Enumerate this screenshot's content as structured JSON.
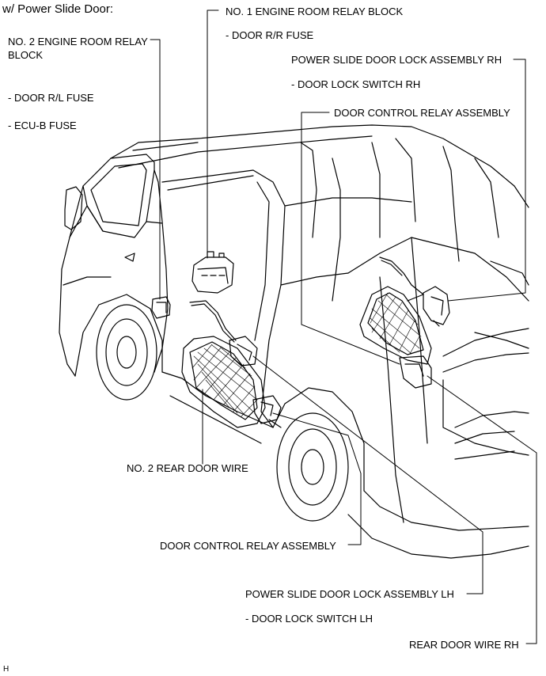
{
  "title": "w/ Power Slide Door:",
  "labels": {
    "no1_engine_room_relay_block": "NO. 1 ENGINE ROOM RELAY BLOCK",
    "door_rr_fuse": "- DOOR R/R FUSE",
    "no2_engine_room_relay_block_line1": "NO. 2 ENGINE ROOM RELAY",
    "no2_engine_room_relay_block_line2": "BLOCK",
    "door_rl_fuse": "- DOOR R/L FUSE",
    "ecu_b_fuse": "- ECU-B FUSE",
    "power_slide_door_lock_assembly_rh": "POWER SLIDE DOOR LOCK ASSEMBLY RH",
    "door_lock_switch_rh": "- DOOR LOCK SWITCH RH",
    "door_control_relay_assembly_top": "DOOR CONTROL RELAY ASSEMBLY",
    "no2_rear_door_wire": "NO. 2 REAR DOOR WIRE",
    "door_control_relay_assembly_bottom": "DOOR CONTROL RELAY ASSEMBLY",
    "power_slide_door_lock_assembly_lh": "POWER SLIDE DOOR LOCK ASSEMBLY LH",
    "door_lock_switch_lh": "- DOOR LOCK SWITCH LH",
    "rear_door_wire_rh": "REAR DOOR WIRE RH"
  },
  "figure_code": "H"
}
